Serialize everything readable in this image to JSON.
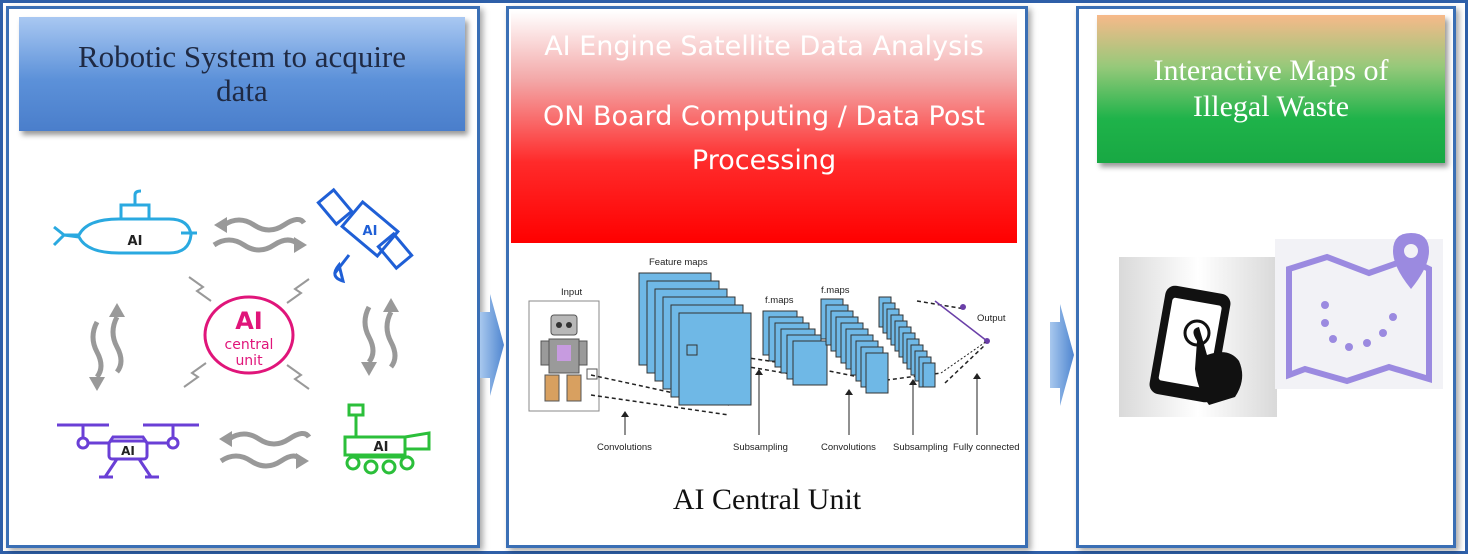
{
  "left_panel": {
    "title": "Robotic System to acquire data",
    "robot_badges": [
      "AI",
      "AI",
      "AI",
      "AI"
    ],
    "center_unit": {
      "line1": "AI",
      "line2": "central",
      "line3": "unit"
    }
  },
  "mid_panel": {
    "title_line1": "AI Engine Satellite Data Analysis",
    "title_line2": "ON Board Computing / Data Post Processing",
    "cnn_labels": {
      "input": "Input",
      "feature_maps": "Feature maps",
      "fmaps1": "f.maps",
      "fmaps2": "f.maps",
      "output": "Output",
      "convolutions1": "Convolutions",
      "subsampling1": "Subsampling",
      "convolutions2": "Convolutions",
      "subsampling2": "Subsampling",
      "fully_connected": "Fully connected"
    },
    "caption": "AI Central Unit"
  },
  "right_panel": {
    "title": "Interactive Maps of Illegal Waste"
  },
  "colors": {
    "frame": "#2e5fa8",
    "left_title": "#5c91d9",
    "mid_title": "#ff0000",
    "right_title": "#18a843",
    "ai_pink": "#e0157a",
    "submarine": "#2aa9e0",
    "satellite": "#1f5fd6",
    "drone": "#6a3fd6",
    "rover": "#2bbf3a",
    "cnn_block": "#6fb8e6",
    "map_purple": "#9b8ae0"
  }
}
